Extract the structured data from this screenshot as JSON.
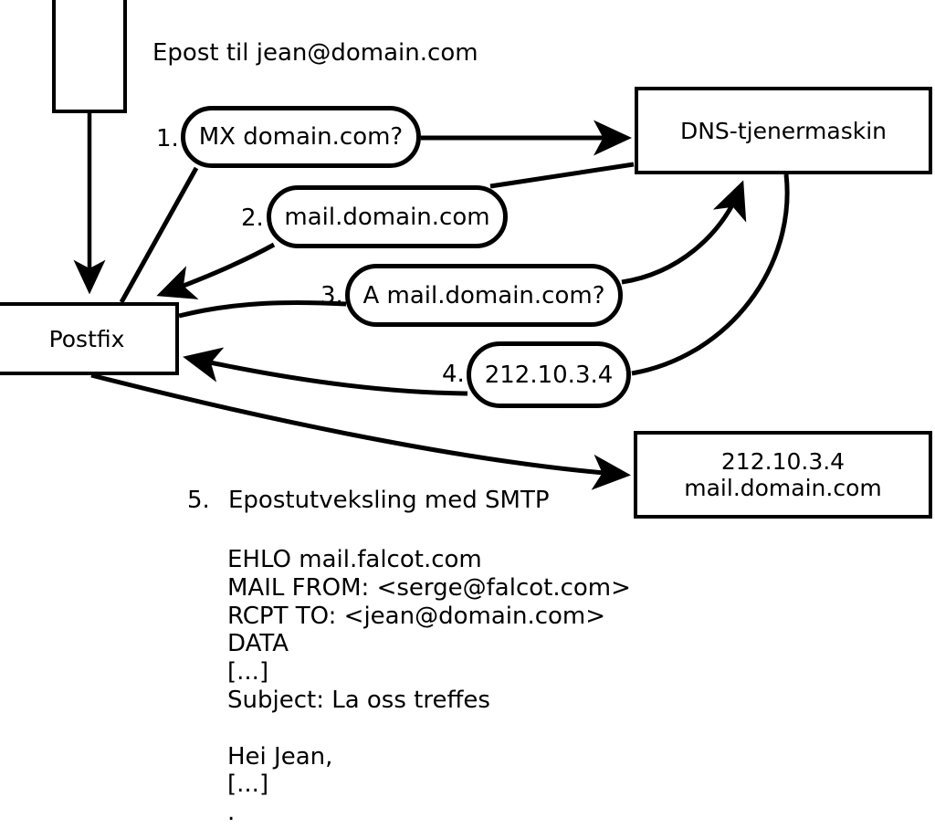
{
  "diagram": {
    "title_note": "Epost til jean@domain.com",
    "nodes": {
      "client": {
        "label": ""
      },
      "postfix": {
        "label": "Postfix"
      },
      "dns": {
        "label": "DNS-tjenermaskin"
      },
      "mailserver": {
        "line1": "212.10.3.4",
        "line2": "mail.domain.com"
      }
    },
    "steps": [
      {
        "num": "1.",
        "text": "MX domain.com?"
      },
      {
        "num": "2.",
        "text": "mail.domain.com"
      },
      {
        "num": "3.",
        "text": "A mail.domain.com?"
      },
      {
        "num": "4.",
        "text": "212.10.3.4"
      }
    ],
    "step5": {
      "num": "5.",
      "text": "Epostutveksling med SMTP"
    },
    "smtp_transcript": [
      "EHLO mail.falcot.com",
      "MAIL FROM: <serge@falcot.com>",
      "RCPT TO: <jean@domain.com>",
      "DATA",
      "[...]",
      "Subject: La oss treffes",
      "",
      "Hei Jean,",
      "[...]",
      "."
    ],
    "colors": {
      "stroke": "#000000",
      "fill": "#ffffff"
    }
  }
}
